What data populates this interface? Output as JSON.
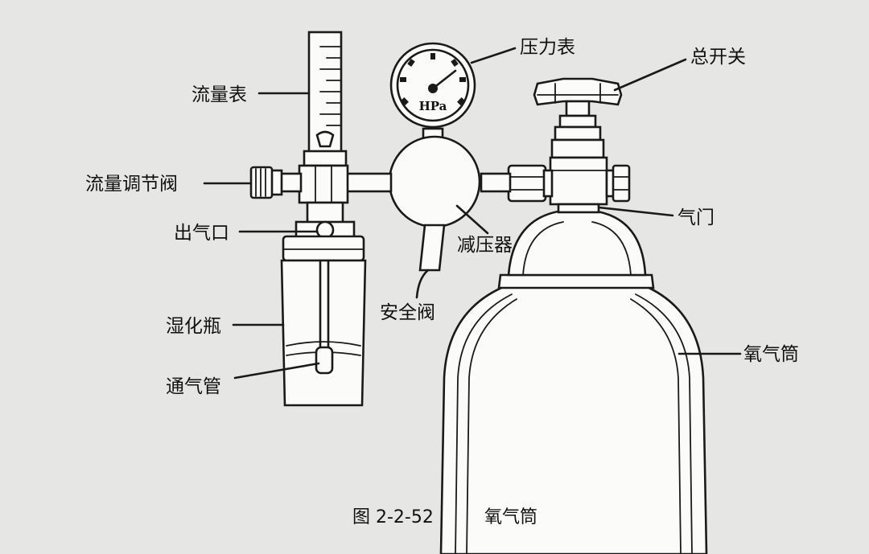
{
  "labels": {
    "flowmeter": "流量表",
    "flow_valve": "流量调节阀",
    "outlet": "出气口",
    "humidifier": "湿化瓶",
    "vent_tube": "通气管",
    "pressure_gauge": "压力表",
    "main_switch": "总开关",
    "air_valve": "气门",
    "reducer": "减压器",
    "safety_valve": "安全阀",
    "cylinder": "氧气筒"
  },
  "gauge_unit": "HPa",
  "caption": {
    "number": "图 2-2-52",
    "title": "氧气筒"
  },
  "colors": {
    "background": "#e6e6e4",
    "ink": "#1a1a1a",
    "paper": "#fbfbf9"
  }
}
